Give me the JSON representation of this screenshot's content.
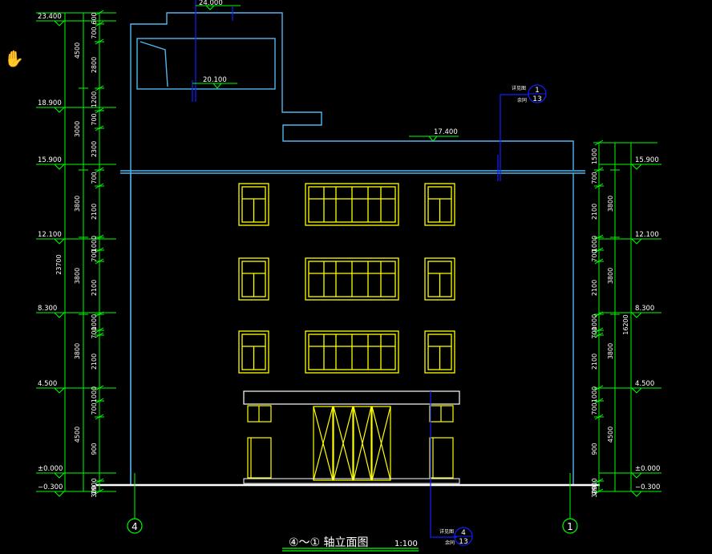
{
  "title": "④～① 轴立面图",
  "scale": "1:100",
  "left_elevations": [
    "23.400",
    "18.900",
    "15.900",
    "12.100",
    "8.300",
    "4.500",
    "±0.000",
    "−0.300"
  ],
  "right_elevations": [
    "15.900",
    "12.100",
    "8.300",
    "4.500",
    "±0.000",
    "−0.300"
  ],
  "roof_labels": [
    "24.000",
    "20.100",
    "17.400"
  ],
  "left_dims_inner": [
    "600",
    "700",
    "2800",
    "1200",
    "700",
    "2300",
    "700",
    "2100",
    "1000",
    "700",
    "2100",
    "1000",
    "700",
    "2100",
    "1000",
    "700",
    "900",
    "2900",
    "300"
  ],
  "left_dims_outer": [
    "4500",
    "3000",
    "3800",
    "3800",
    "3800",
    "4500"
  ],
  "left_total": "23700",
  "right_dims_inner": [
    "1500",
    "700",
    "2100",
    "1000",
    "700",
    "2100",
    "1000",
    "700",
    "2100",
    "1000",
    "700",
    "900",
    "2900",
    "300"
  ],
  "right_dims_outer": [
    "3800",
    "3800",
    "3800",
    "4500"
  ],
  "right_total": "16200",
  "axis_left": "4",
  "axis_right": "1",
  "callout_top": {
    "text1": "详见图",
    "text2": "余同",
    "num": "1",
    "sheet": "13"
  },
  "callout_bottom": {
    "text1": "详见图",
    "text2": "余同",
    "num": "4",
    "sheet": "13"
  },
  "colors": {
    "green": "#00ff00",
    "yellow": "#ffff00",
    "cyan": "#40c8ff",
    "blue": "#0020ff",
    "white": "#ffffff",
    "outline": "#5ab0f0"
  }
}
